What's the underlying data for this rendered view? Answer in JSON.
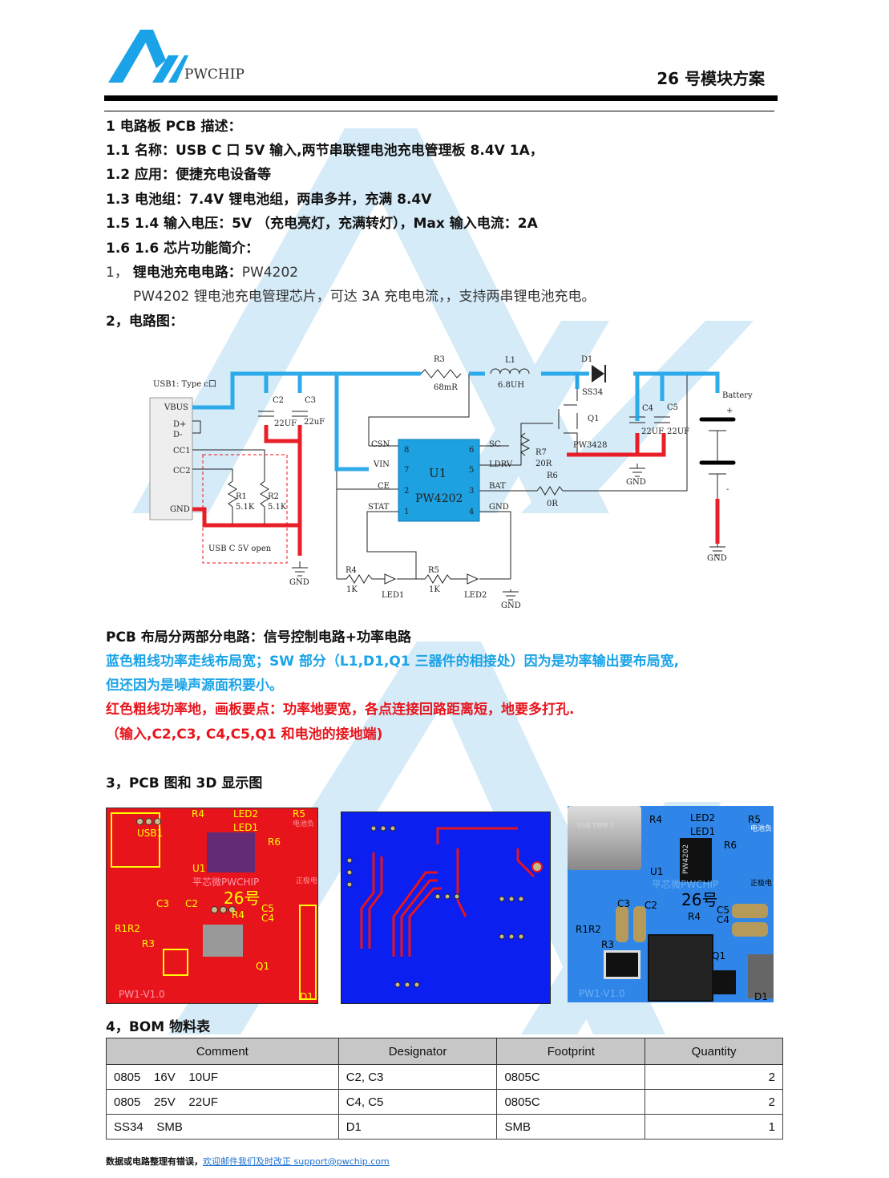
{
  "header": {
    "logo_text": "PWCHIP",
    "title": "26 号模块方案"
  },
  "section1": {
    "heading": "1 电路板 PCB 描述：",
    "items": [
      "1.1    名称：USB C 口 5V 输入,两节串联锂电池充电管理板 8.4V 1A，",
      "1.2    应用：便捷充电设备等",
      "1.3    电池组：7.4V 锂电池组，两串多并，充满 8.4V",
      "1.5 1.4    输入电压：5V  （充电亮灯，充满转灯），Max 输入电流：2A",
      "1.6  1.6 芯片功能简介："
    ],
    "chip_num": "1，",
    "chip_title": "锂电池充电电路：",
    "chip_name": "PW4202",
    "chip_desc": "PW4202   锂电池充电管理芯片，可达 3A 充电电流，，支持两串锂电池充电。"
  },
  "section2": {
    "heading": "2，电路图："
  },
  "schematic": {
    "usb": "USB1: Type c口",
    "vbus": "VBUS",
    "dp": "D+",
    "dm": "D-",
    "cc1": "CC1",
    "cc2": "CC2",
    "gnd_pin": "GND",
    "c2": "C2",
    "c3": "C3",
    "c2v": "22UF",
    "c3v": "22uF",
    "r1": "R1",
    "r1v": "5.1K",
    "r2": "R2",
    "r2v": "5.1K",
    "usbc_note": "USB C    5V  open",
    "r3": "R3",
    "r3v": "68mR",
    "l1": "L1",
    "l1v": "6.8UH",
    "d1": "D1",
    "d1v": "SS34",
    "q1": "Q1",
    "q1v": "PW3428",
    "r7": "R7",
    "r7v": "20R",
    "r6": "R6",
    "r6v": "0R",
    "c4": "C4",
    "c5": "C5",
    "c4v": "22UF",
    "c5v": "22UF",
    "battery": "Battery",
    "plus": "+",
    "minus": "-",
    "u1": "U1",
    "u1v": "PW4202",
    "csn": "CSN",
    "vin": "VIN",
    "ce": "CE",
    "stat": "STAT",
    "sc": "SC",
    "ldrv": "LDRV",
    "bat": "BAT",
    "gnd": "GND",
    "p8": "8",
    "p7": "7",
    "p2": "2",
    "p1": "1",
    "p6": "6",
    "p5": "5",
    "p3": "3",
    "p4": "4",
    "r4": "R4",
    "r4v": "1K",
    "led1": "LED1",
    "r5": "R5",
    "r5v": "1K",
    "led2": "LED2"
  },
  "notes": {
    "heading": "PCB 布局分两部分电路：信号控制电路+功率电路",
    "blue1": "蓝色粗线功率走线布局宽；SW 部分（L1,D1,Q1 三器件的相接处）因为是功率输出要布局宽,",
    "blue2": "但还因为是噪声源面积要小。",
    "red1": "红色粗线功率地，画板要点：功率地要宽，各点连接回路距离短，地要多打孔.",
    "red2": "（输入,C2,C3, C4,C5,Q1 和电池的接地端)"
  },
  "section3": {
    "heading": "3，PCB 图和 3D 显示图"
  },
  "pcb_labels": {
    "usb1": "USB1",
    "r4": "R4",
    "led2": "LED2",
    "led1": "LED1",
    "r5": "R5",
    "r6": "R6",
    "u1": "U1",
    "brand": "平芯微PWCHIP",
    "num": "26号",
    "c3": "C3",
    "c2": "C2",
    "c5": "C5",
    "c4": "C4",
    "r1r2": "R1R2",
    "r3": "R3",
    "q1": "Q1",
    "d1": "D1",
    "ver": "PW1-V1.0",
    "batneg": "电池负",
    "batpos": "正极电",
    "usbtype": "USB TYPE C",
    "chip": "PW4202"
  },
  "section4": {
    "heading": "4，BOM 物料表"
  },
  "bom": {
    "headers": [
      "Comment",
      "Designator",
      "Footprint",
      "Quantity"
    ],
    "rows": [
      [
        "0805    16V    10UF",
        "C2, C3",
        "0805C",
        "2"
      ],
      [
        "0805    25V    22UF",
        "C4, C5",
        "0805C",
        "2"
      ],
      [
        "SS34    SMB",
        "D1",
        "SMB",
        "1"
      ]
    ]
  },
  "footer": {
    "text": "数据或电路整理有错误，",
    "link": "欢迎邮件我们及时改正 support@pwchip.com"
  },
  "colors": {
    "power_blue": "#1aa3e8",
    "power_ground_red": "#e8141c",
    "chip_fill": "#1da1e0"
  }
}
